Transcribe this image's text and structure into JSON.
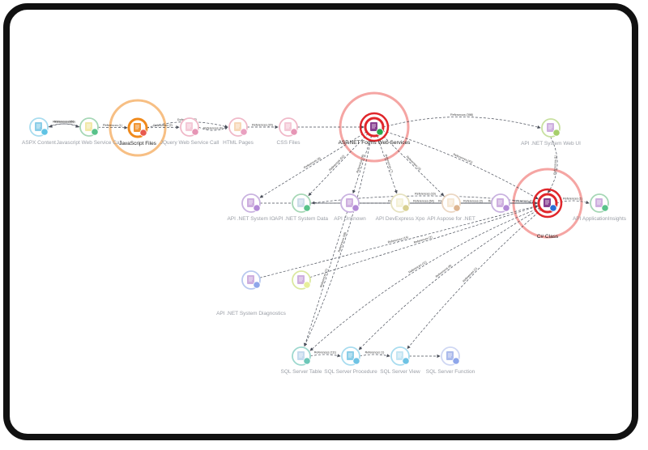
{
  "title": "",
  "colors": {
    "edge": "#4a4f5a",
    "node_label": "#9a9ea6",
    "highlight_orange": "#f08a1c",
    "highlight_red": "#e0262b",
    "halo_orange": "#f7bf84",
    "halo_red": "#f5a5a3"
  },
  "nodes": [
    {
      "id": "aspx",
      "label": "ASPX Content",
      "ring": "#a8dcef",
      "icon": "#7ec9e6",
      "badge": "#5fc3e4"
    },
    {
      "id": "jsws",
      "label": "Javascript Web Service Call",
      "ring": "#a6d7b6",
      "icon": "#f0e7a0",
      "badge": "#58c28a"
    },
    {
      "id": "jsfiles",
      "label": "JavaScript Files",
      "ring": "#f08a1c",
      "icon": "#f08a1c",
      "badge": "#e85a4e",
      "highlight": "orange"
    },
    {
      "id": "jqws",
      "label": "JQuery Web Service Call",
      "ring": "#f0b8c8",
      "icon": "#f3c3d3",
      "badge": "#e695b5"
    },
    {
      "id": "html",
      "label": "HTML Pages",
      "ring": "#f0b8c8",
      "icon": "#f6d4b0",
      "badge": "#e9a0c0"
    },
    {
      "id": "css",
      "label": "CSS Files",
      "ring": "#f0b8c8",
      "icon": "#f3c3d3",
      "badge": "#e695b5"
    },
    {
      "id": "aspnet",
      "label": "ASP.NET Forms Web Services",
      "ring": "#e0262b",
      "icon": "#7a2a84",
      "badge": "#27a84a",
      "highlight": "red"
    },
    {
      "id": "webui",
      "label": "API .NET System Web UI",
      "ring": "#c8e0a0",
      "icon": "#c9a6dc",
      "badge": "#a6cf6a"
    },
    {
      "id": "ioapi",
      "label": "API .NET System IO",
      "ring": "#c9b2e0",
      "icon": "#c9a6dc",
      "badge": "#b28ad6"
    },
    {
      "id": "dataapi",
      "label": "API .NET System Data",
      "ring": "#a6d7b6",
      "icon": "#c9d8e8",
      "badge": "#58c28a"
    },
    {
      "id": "unknown",
      "label": "API Unknown",
      "ring": "#c9b2e0",
      "icon": "#c9a6dc",
      "badge": "#b28ad6"
    },
    {
      "id": "devx",
      "label": "API DevExpress Xpo",
      "ring": "#e6e2c0",
      "icon": "#f3efd3",
      "badge": "#d8d090"
    },
    {
      "id": "aspose",
      "label": "API Aspose for .NET",
      "ring": "#ebd6c2",
      "icon": "#f5e5d0",
      "badge": "#ddb48f"
    },
    {
      "id": "compapi",
      "label": "",
      "ring": "#c9b2e0",
      "icon": "#c9a6dc",
      "badge": "#b28ad6"
    },
    {
      "id": "csfiles",
      "label": "C# Class",
      "ring": "#e0262b",
      "icon": "#7a2a84",
      "badge": "#2a6fd6",
      "highlight": "red"
    },
    {
      "id": "appinsights",
      "label": "API ApplicationInsights",
      "ring": "#a6d7b6",
      "icon": "#c9a6dc",
      "badge": "#58c28a"
    },
    {
      "id": "diag",
      "label": "API .NET System Diagnostics",
      "ring": "#b8c8ef",
      "icon": "#c9a6dc",
      "badge": "#8ea6ea"
    },
    {
      "id": "misc",
      "label": "",
      "ring": "#dbe8a0",
      "icon": "#c9a6dc",
      "badge": "#e7ef9a"
    },
    {
      "id": "sqltable",
      "label": "SQL Server Table",
      "ring": "#9ed8cf",
      "icon": "#bfd6ec",
      "badge": "#6cc7b8"
    },
    {
      "id": "sqlproc",
      "label": "SQL Server Procedure",
      "ring": "#a8dcef",
      "icon": "#7ec9e6",
      "badge": "#6ec3e4"
    },
    {
      "id": "sqlview",
      "label": "SQL Server View",
      "ring": "#a8dcef",
      "icon": "#bfe3f2",
      "badge": "#6ec3e4"
    },
    {
      "id": "sqlfunc",
      "label": "SQL Server Function",
      "ring": "#cfd7f3",
      "icon": "#a3b4ea",
      "badge": "#8ea6ea"
    }
  ],
  "edges": [
    {
      "from": "aspx",
      "to": "jsws",
      "label": "References (66)"
    },
    {
      "from": "jsws",
      "to": "aspx",
      "label": "References (66)"
    },
    {
      "from": "jsws",
      "to": "jsfiles",
      "label": "References (1)"
    },
    {
      "from": "jsfiles",
      "to": "jqws",
      "label": "References (2)"
    },
    {
      "from": "jsfiles",
      "to": "html",
      "label": "References (2)"
    },
    {
      "from": "jqws",
      "to": "html",
      "label": "References (4)"
    },
    {
      "from": "html",
      "to": "css",
      "label": "References (20)"
    },
    {
      "from": "css",
      "to": "aspnet",
      "label": ""
    },
    {
      "from": "aspnet",
      "to": "webui",
      "label": "References (398)"
    },
    {
      "from": "aspnet",
      "to": "csfiles",
      "label": "References (41)"
    },
    {
      "from": "aspnet",
      "to": "dataapi",
      "label": "References (52)"
    },
    {
      "from": "aspnet",
      "to": "ioapi",
      "label": "References (8)"
    },
    {
      "from": "aspnet",
      "to": "unknown",
      "label": "References (6)"
    },
    {
      "from": "aspnet",
      "to": "devx",
      "label": "References (7)"
    },
    {
      "from": "aspnet",
      "to": "aspose",
      "label": "References (3)"
    },
    {
      "from": "aspnet",
      "to": "sqltable",
      "label": "References (38)"
    },
    {
      "from": "webui",
      "to": "csfiles",
      "label": "References (1)"
    },
    {
      "from": "csfiles",
      "to": "appinsights",
      "label": "References (1)"
    },
    {
      "from": "ioapi",
      "to": "csfiles",
      "label": "References (34)"
    },
    {
      "from": "dataapi",
      "to": "csfiles",
      "label": "References (64)"
    },
    {
      "from": "compapi",
      "to": "csfiles",
      "label": "References (1)"
    },
    {
      "from": "unknown",
      "to": "csfiles",
      "label": "References (2)"
    },
    {
      "from": "aspose",
      "to": "csfiles",
      "label": "References (10)"
    },
    {
      "from": "devx",
      "to": "csfiles",
      "label": "References (3)"
    },
    {
      "from": "diag",
      "to": "csfiles",
      "label": "References (14)"
    },
    {
      "from": "misc",
      "to": "csfiles",
      "label": "References (2)"
    },
    {
      "from": "csfiles",
      "to": "sqltable",
      "label": "References (11)"
    },
    {
      "from": "csfiles",
      "to": "sqlproc",
      "label": "References (8)"
    },
    {
      "from": "csfiles",
      "to": "sqlview",
      "label": "References (1)"
    },
    {
      "from": "unknown",
      "to": "sqltable",
      "label": "References (7)"
    },
    {
      "from": "sqltable",
      "to": "sqlproc",
      "label": "References (111)"
    },
    {
      "from": "sqlproc",
      "to": "sqlview",
      "label": "References (1)"
    },
    {
      "from": "sqlview",
      "to": "sqlfunc",
      "label": ""
    },
    {
      "from": "csfiles",
      "to": "dataapi",
      "label": "References (16)"
    }
  ]
}
